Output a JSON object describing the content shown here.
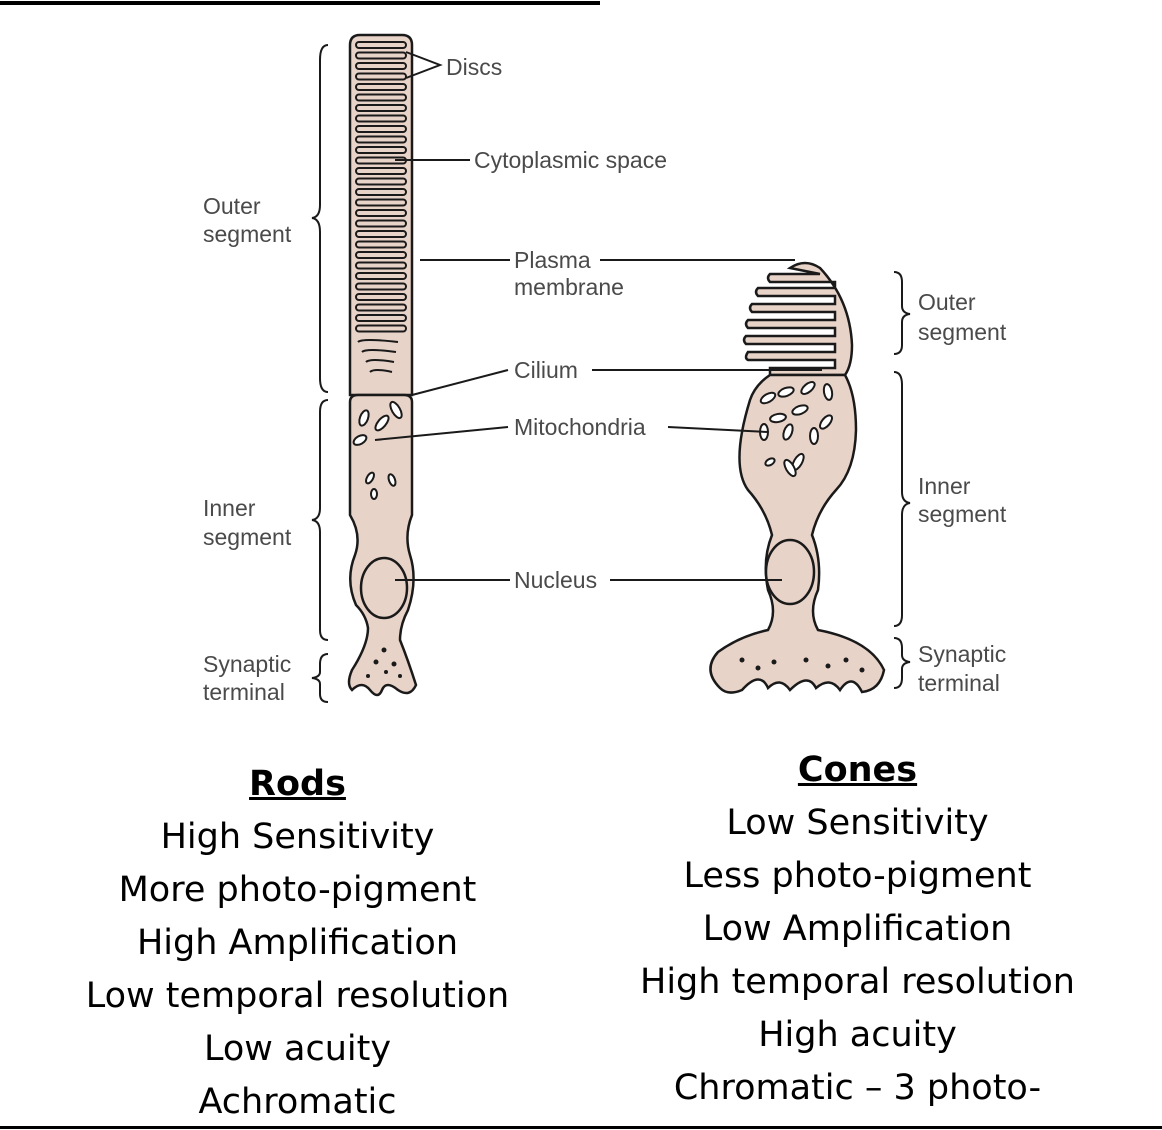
{
  "colors": {
    "cell_fill": "#e8d3c8",
    "cell_stroke": "#1a1a1a",
    "label_text": "#4a4a4a",
    "body_text": "#000000"
  },
  "diagram": {
    "center_labels": {
      "discs": "Discs",
      "cytoplasmic_space": "Cytoplasmic space",
      "plasma": "Plasma",
      "membrane": "membrane",
      "cilium": "Cilium",
      "mitochondria": "Mitochondria",
      "nucleus": "Nucleus"
    },
    "rod_side": {
      "outer_1": "Outer",
      "outer_2": "segment",
      "inner_1": "Inner",
      "inner_2": "segment",
      "synaptic_1": "Synaptic",
      "synaptic_2": "terminal"
    },
    "cone_side": {
      "outer_1": "Outer",
      "outer_2": "segment",
      "inner_1": "Inner",
      "inner_2": "segment",
      "synaptic_1": "Synaptic",
      "synaptic_2": "terminal"
    }
  },
  "rods": {
    "heading": "Rods",
    "items": [
      "High Sensitivity",
      "More photo-pigment",
      "High Amplification",
      "Low temporal resolution",
      "Low acuity",
      "Achromatic"
    ]
  },
  "cones": {
    "heading": "Cones",
    "items": [
      "Low Sensitivity",
      "Less photo-pigment",
      "Low Amplification",
      "High temporal resolution",
      "High acuity",
      "Chromatic – 3 photo-"
    ]
  }
}
